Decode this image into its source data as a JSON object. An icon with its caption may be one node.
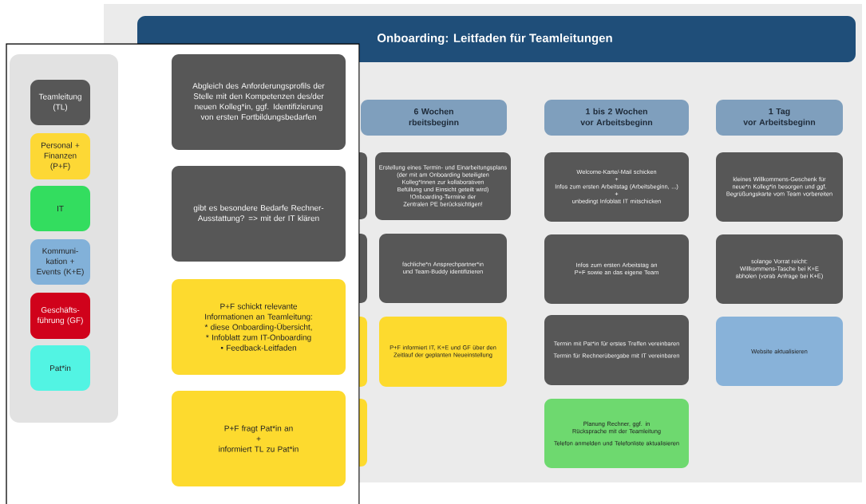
{
  "diagram": {
    "title": "Onboarding: Leitfaden für Teamleitungen",
    "nodes": [
      {
        "text": [
          "Abgleich des Anforderungsprofils der Stelle mit den Kompetenzen des/der neuen Kolleg*in, ggf. Identifizierung von ersten Fortbildungsbedarfen"
        ]
      },
      {
        "text": [
          "gibt es besondere Bedarfe Rechner-Ausstattung? => mit der IT klären"
        ]
      },
      {
        "text": [
          "P+F schickt relevante Informationen an Teamleitung:",
          "* diese Onboarding-Übersicht,",
          "* Infoblatt zum IT-Onboarding",
          "• Feedback-Leitfaden"
        ]
      },
      {
        "text": [
          "P+F fragt Pat*in an",
          "+",
          "informiert TL zu Pat*in"
        ]
      },
      {
        "text": [
          "6 Wochen",
          "rbeitsbeginn"
        ]
      },
      {
        "text": [
          "Erstellung eines Termin- und Einarbeitungsplans (der mit am Onboarding beteiligten Kolleg*Innen zur kollaborativen Befüllung und Einsicht geteilt wird)",
          "!Onboarding-Termine der Zentralen PE berücksichtigen!"
        ]
      },
      {
        "text": [
          "fachliche*n Ansprechpartner*in und Team-Buddy identifizieren"
        ]
      },
      {
        "text": [
          "P+F informiert IT, K+E und GF über den Zeitlauf der geplanten Neueinstellung"
        ]
      },
      {
        "text": [
          "1 bis 2 Wochen",
          "vor Arbeitsbeginn"
        ]
      },
      {
        "text": [
          "Welcome-Karte/-Mail schicken",
          "+",
          "Infos zum ersten Arbeitstag (Arbeitsbeginn, ...)",
          "+",
          "unbedingt Infoblatt IT mitschicken"
        ]
      },
      {
        "text": [
          "Infos zum ersten Arbeitstag an P+F sowie an das eigene Team"
        ]
      },
      {
        "text": [
          "Termin mit Pat*in für erstes Treffen vereinbaren",
          "Termin für Rechnerübergabe mit IT vereinbaren"
        ]
      },
      {
        "text": [
          "Planung Rechner, ggf. in Rücksprache mit der Teamleitung",
          "Telefon anmelden und Telefonliste aktualisieren"
        ]
      },
      {
        "text": [
          "1 Tag",
          "vor Arbeitsbeginn"
        ]
      },
      {
        "text": [
          "kleines Willkommens-Geschenk für neue*n Kolleg*in besorgen und ggf. Begrüßungskarte vom Team vorbereiten"
        ]
      },
      {
        "text": [
          "solange Vorrat reicht:",
          "Willkommens-Tasche bei K+E abholen (vorab Anfrage bei K+E)"
        ]
      },
      {
        "text": [
          "Website aktualisieren"
        ]
      }
    ],
    "legend": [
      {
        "text": "Teamleitung (TL)",
        "color": "#575757"
      },
      {
        "text": "Personal + Finanzen (P+F)",
        "color": "#fdd835"
      },
      {
        "text": "IT",
        "color": "#33dd5f"
      },
      {
        "text": "Kommuni-kation + Events (K+E)",
        "color": "#82b1d9"
      },
      {
        "text": "Geschäfts-führung (GF)",
        "color": "#d0021b"
      },
      {
        "text": "Pat*in",
        "color": "#52f4e3"
      }
    ]
  }
}
